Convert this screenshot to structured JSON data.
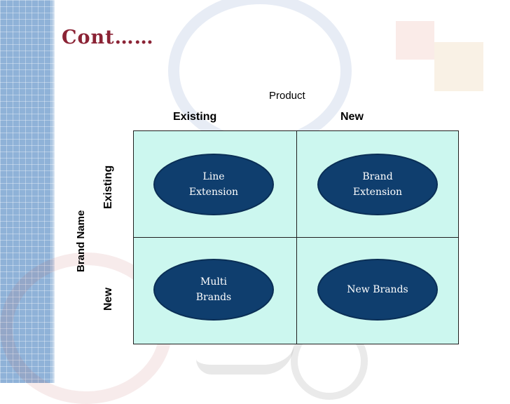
{
  "slide": {
    "title": "Cont……"
  },
  "axes": {
    "product": "Product",
    "brand_name": "Brand Name",
    "columns": [
      "Existing",
      "New"
    ],
    "rows": [
      "Existing",
      "New"
    ]
  },
  "cells": [
    {
      "lines": [
        "Line",
        "Extension"
      ]
    },
    {
      "lines": [
        "Brand",
        "Extension"
      ]
    },
    {
      "lines": [
        "Multi",
        "Brands"
      ]
    },
    {
      "lines": [
        "New Brands"
      ]
    }
  ],
  "colors": {
    "title": "#8b2335",
    "matrix_fill": "#ccf7ef",
    "ellipse_fill": "#0f3e6e",
    "left_strip": "#8fb2d8"
  }
}
